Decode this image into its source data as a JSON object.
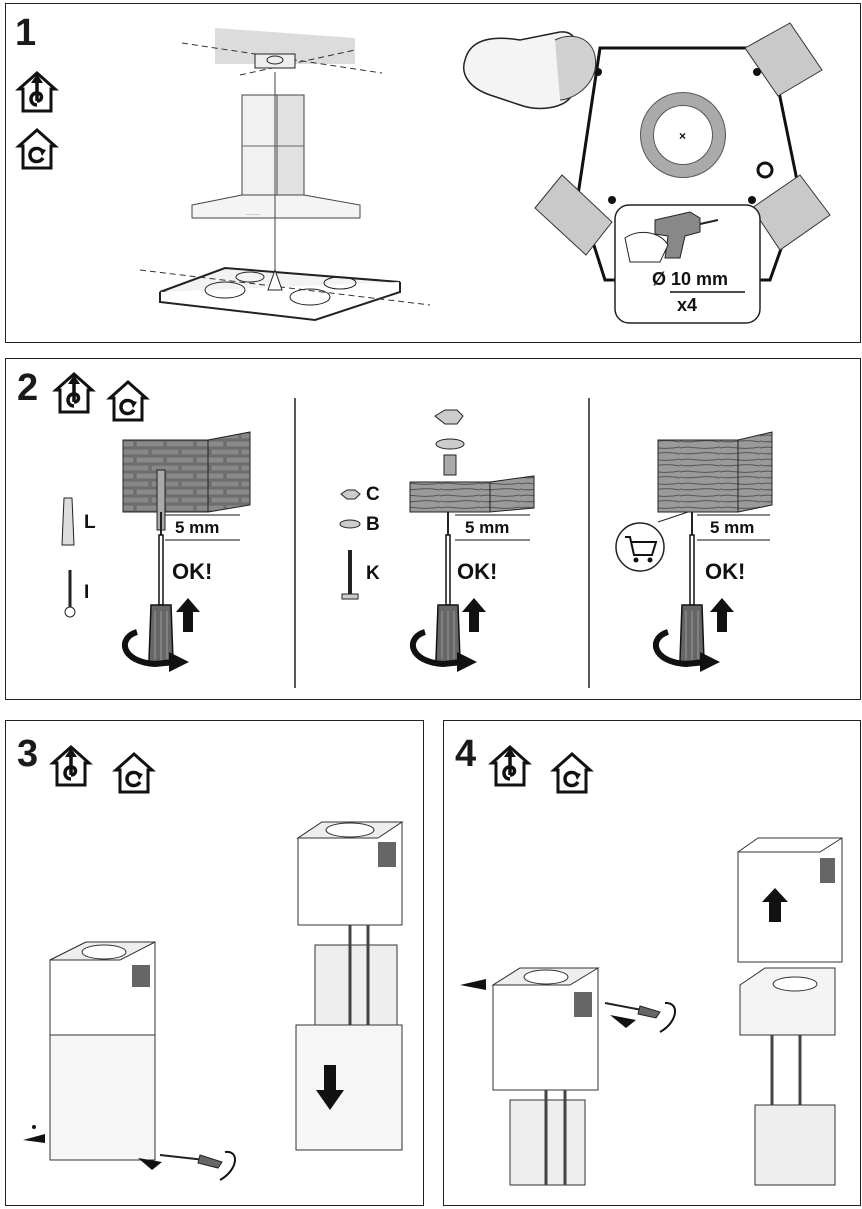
{
  "steps": [
    {
      "number": "1"
    },
    {
      "number": "2"
    },
    {
      "number": "3"
    },
    {
      "number": "4"
    }
  ],
  "step1": {
    "drill_diameter": "Ø 10 mm",
    "drill_count": "x4"
  },
  "step2": {
    "part_c": "C",
    "part_b": "B",
    "part_k": "K",
    "part_l": "L",
    "part_i": "I",
    "gap_left": "5 mm",
    "gap_middle": "5 mm",
    "gap_right": "5 mm",
    "ok_left": "OK!",
    "ok_middle": "OK!",
    "ok_right": "OK!"
  },
  "icons": [
    "duct-out-icon",
    "recirculation-icon",
    "shopping-cart-icon",
    "screwdriver-icon",
    "drill-icon",
    "hand-icon",
    "arrow-up-icon",
    "arrow-down-icon"
  ]
}
